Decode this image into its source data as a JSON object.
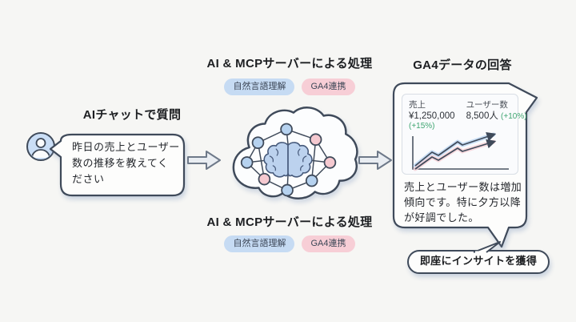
{
  "title": "AI chat to GA4 insight flow diagram",
  "colors": {
    "background": "#f6f6f4",
    "outline": "#3f4a5a",
    "bubble_fill": "#fdfdfc",
    "badge_blue_bg": "#c6dbf3",
    "badge_pink_bg": "#f7ced6",
    "node_blue": "#b6d2ef",
    "node_pink": "#f5c9d0",
    "brain_fill": "#bcd2ee",
    "positive_green": "#3fa571",
    "arrow_fill": "#e9edf2"
  },
  "icons": {
    "avatar": "user-avatar-icon",
    "cloud": "cloud-icon",
    "brain": "brain-icon",
    "network_nodes": "network-nodes-icon",
    "flow_arrow": "block-arrow-right-icon",
    "trend_lines": "trend-arrow-up-icon"
  },
  "query": {
    "heading": "AIチャットで質問",
    "bubble_lines": [
      "昨日の売上とユーザー",
      "数の推移を教えてく",
      "ださい"
    ]
  },
  "process": {
    "heading": "AI & MCPサーバーによる処理",
    "badges": [
      {
        "label": "自然言語理解",
        "color": "#c6dbf3"
      },
      {
        "label": "GA4連携",
        "color": "#f7ced6"
      }
    ]
  },
  "response": {
    "heading": "GA4データの回答",
    "card": {
      "sales_label": "売上",
      "sales_value": "¥1,250,000",
      "sales_change": "(+15%)",
      "users_label": "ユーザー数",
      "users_value": "8,500人",
      "users_change": "(+10%)"
    },
    "bubble_lines": [
      "売上とユーザー数は増加",
      "傾向です。特に夕方以降",
      "が好調でした。"
    ]
  },
  "insight": {
    "label": "即座にインサイトを獲得"
  }
}
